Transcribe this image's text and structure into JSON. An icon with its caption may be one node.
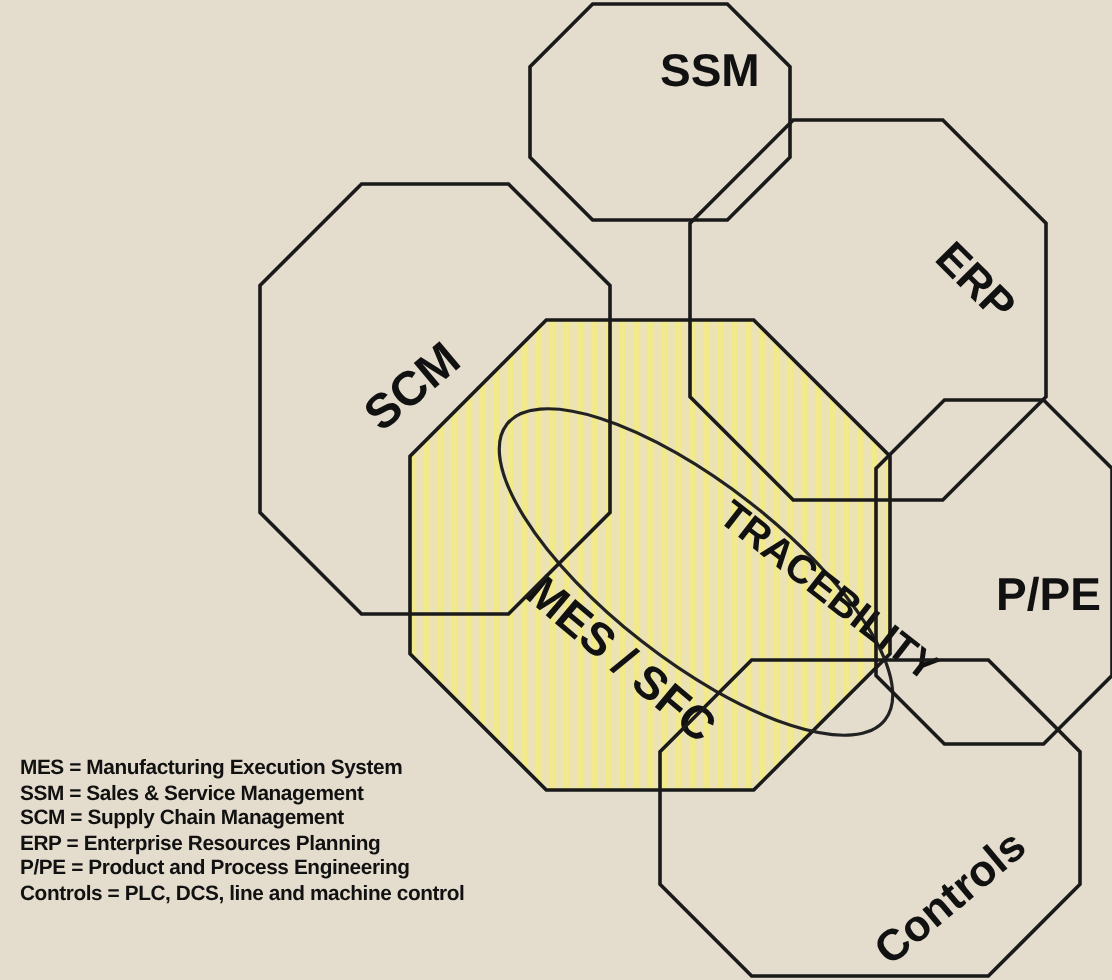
{
  "diagram": {
    "nodes": [
      {
        "text": [
          "SSM"
        ]
      },
      {
        "text": [
          "SCM"
        ]
      },
      {
        "text": [
          "ERP"
        ]
      },
      {
        "text": [
          "MES / SFC"
        ]
      },
      {
        "text": [
          "TRACEBILITY"
        ],
        "in": 3
      },
      {
        "text": [
          "P/PE"
        ]
      },
      {
        "text": [
          "Controls"
        ]
      }
    ],
    "edges": [],
    "labels": [
      "MES = Manufacturing Execution System",
      "SSM = Sales & Service Management",
      "SCM = Supply Chain Management",
      "ERP = Enterprise Resources Planning",
      "P/PE = Product and Process Engineering",
      "Controls = PLC, DCS, line and machine control"
    ]
  }
}
